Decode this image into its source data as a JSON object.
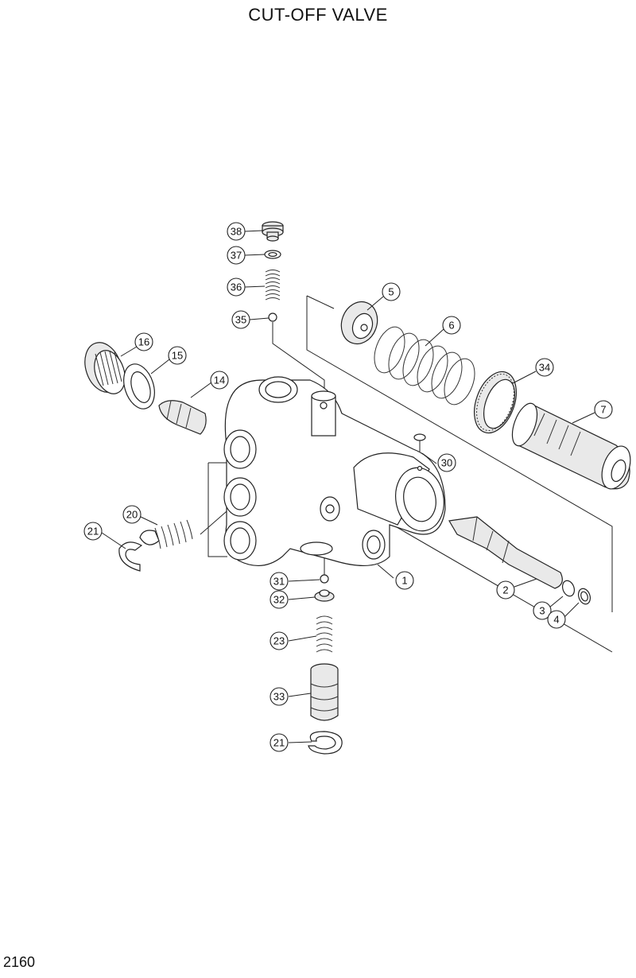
{
  "diagram": {
    "title": "CUT-OFF VALVE",
    "page_number": "2160",
    "callouts": [
      {
        "id": "c38",
        "label": "38"
      },
      {
        "id": "c37",
        "label": "37"
      },
      {
        "id": "c36",
        "label": "36"
      },
      {
        "id": "c35",
        "label": "35"
      },
      {
        "id": "c5",
        "label": "5"
      },
      {
        "id": "c6",
        "label": "6"
      },
      {
        "id": "c16",
        "label": "16"
      },
      {
        "id": "c15",
        "label": "15"
      },
      {
        "id": "c14",
        "label": "14"
      },
      {
        "id": "c34",
        "label": "34"
      },
      {
        "id": "c7",
        "label": "7"
      },
      {
        "id": "c30",
        "label": "30"
      },
      {
        "id": "c20",
        "label": "20"
      },
      {
        "id": "c21a",
        "label": "21"
      },
      {
        "id": "c1",
        "label": "1"
      },
      {
        "id": "c31",
        "label": "31"
      },
      {
        "id": "c32",
        "label": "32"
      },
      {
        "id": "c2",
        "label": "2"
      },
      {
        "id": "c3",
        "label": "3"
      },
      {
        "id": "c4",
        "label": "4"
      },
      {
        "id": "c23",
        "label": "23"
      },
      {
        "id": "c33",
        "label": "33"
      },
      {
        "id": "c21b",
        "label": "21"
      }
    ]
  }
}
